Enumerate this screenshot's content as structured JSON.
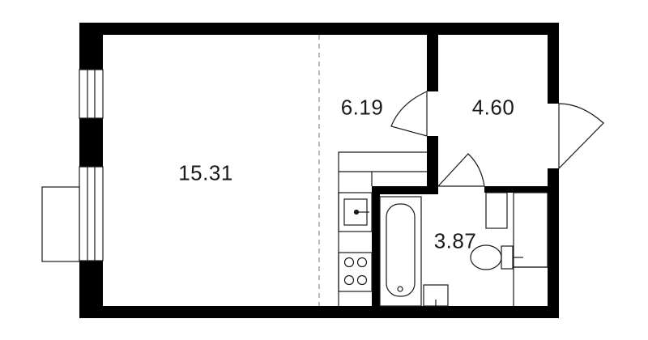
{
  "floor_plan": {
    "rooms": [
      {
        "id": "living_room",
        "area": "15.31"
      },
      {
        "id": "kitchen_zone",
        "area": "6.19"
      },
      {
        "id": "hallway",
        "area": "4.60"
      },
      {
        "id": "bathroom",
        "area": "3.87"
      }
    ],
    "colors": {
      "wall": "#000000",
      "line": "#1a1a1a",
      "dashed": "#8a8a8a",
      "background": "#ffffff"
    }
  }
}
